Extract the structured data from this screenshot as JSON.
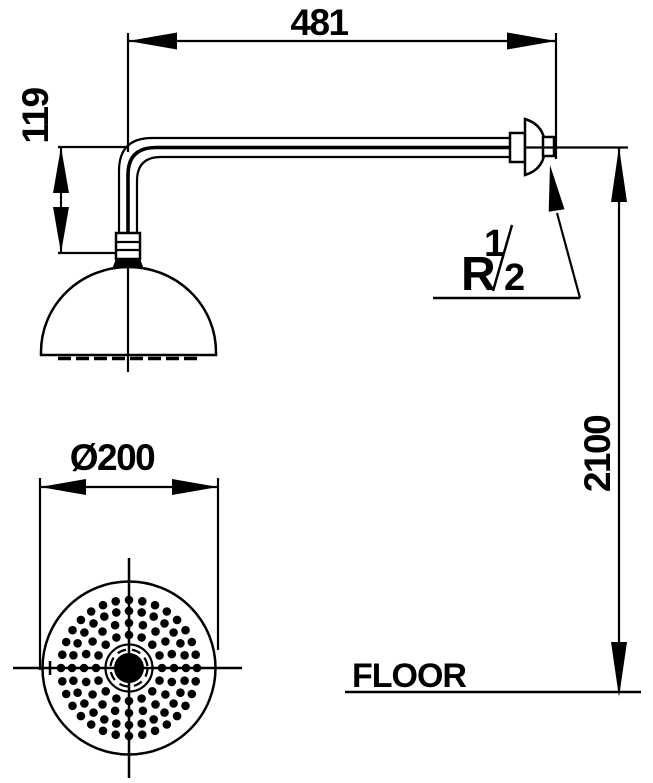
{
  "colors": {
    "line": "#000000",
    "background": "#ffffff"
  },
  "dimensions": {
    "arm_length": "481",
    "head_offset": "119",
    "mount_height": "2100",
    "head_diameter": "Ø200"
  },
  "labels": {
    "floor": "FLOOR"
  },
  "thread_annotation": {
    "prefix": "R",
    "numerator": "1",
    "denominator": "2"
  },
  "face_view": {
    "spray_pattern": {
      "dot_radius": 4.3,
      "rings": [
        {
          "radius": 33,
          "count": 16
        },
        {
          "radius": 45,
          "count": 20
        },
        {
          "radius": 57,
          "count": 28
        },
        {
          "radius": 68,
          "count": 32
        }
      ]
    }
  }
}
